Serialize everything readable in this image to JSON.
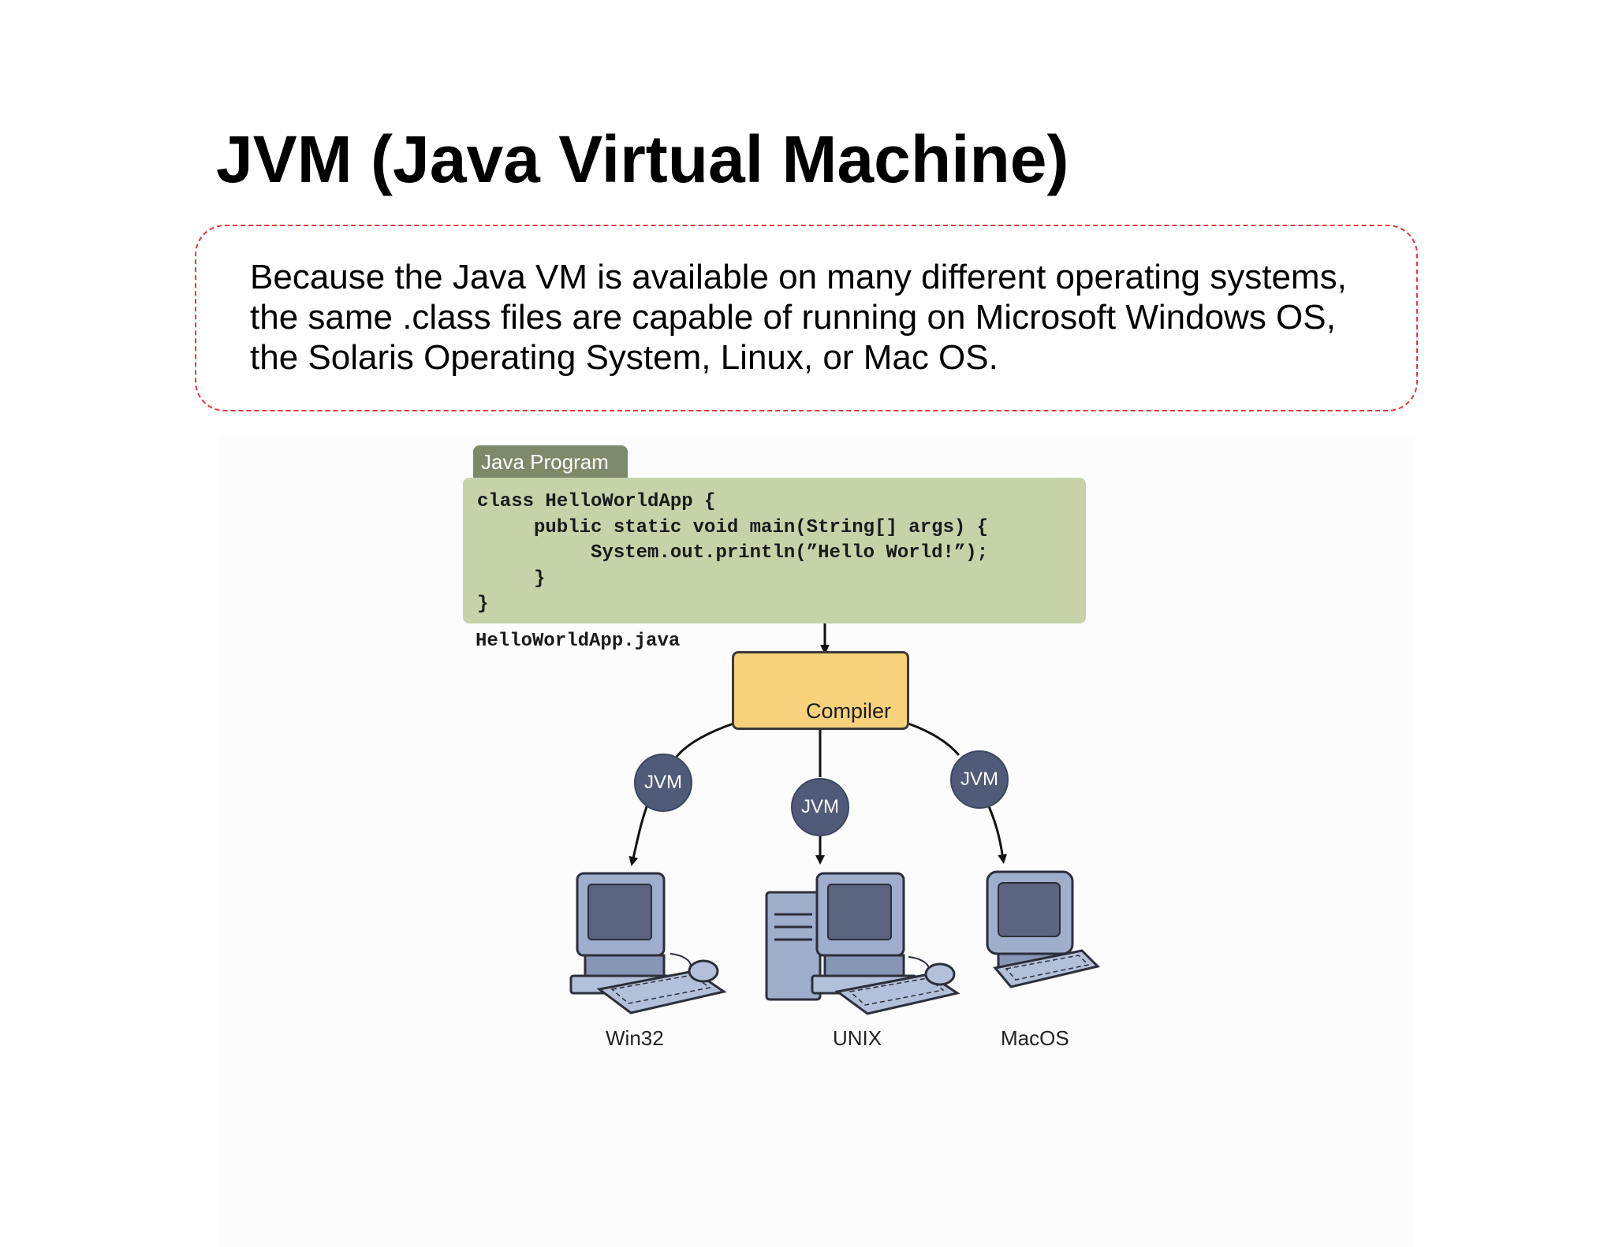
{
  "title": "JVM (Java Virtual Machine)",
  "note": "Because the Java VM is available on many different operating systems, the same .class files are capable of running on Microsoft Windows OS, the Solaris Operating System, Linux, or Mac OS.",
  "diagram": {
    "tab_label": "Java Program",
    "code_lines": [
      "class HelloWorldApp {",
      "     public static void main(String[] args) {",
      "          System.out.println(”Hello World!”);",
      "     }",
      "}"
    ],
    "filename": "HelloWorldApp.java",
    "compiler_label": "Compiler",
    "jvm_labels": [
      "JVM",
      "JVM",
      "JVM"
    ],
    "platforms": [
      "Win32",
      "UNIX",
      "MacOS"
    ]
  },
  "colors": {
    "note_border": "#e23a3a",
    "tab": "#7d8a6a",
    "code_panel": "#c6d3a9",
    "compiler": "#f7d27a",
    "jvm_node": "#4f5b79",
    "computer": "#9eaecb"
  },
  "icons": [
    "gear-icon",
    "computer-icon",
    "server-tower-icon",
    "mouse-icon",
    "keyboard-icon"
  ]
}
